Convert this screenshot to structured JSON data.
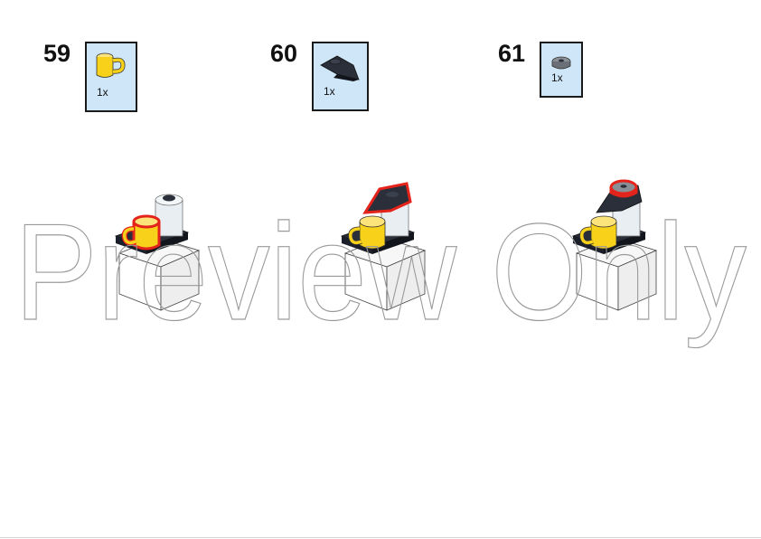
{
  "steps": [
    {
      "number": "59",
      "quantity": "1x",
      "part_icon": "yellow-cup-with-handle-icon"
    },
    {
      "number": "60",
      "quantity": "1x",
      "part_icon": "black-plate-with-tooth-icon"
    },
    {
      "number": "61",
      "quantity": "1x",
      "part_icon": "gray-round-tile-icon"
    }
  ],
  "watermark": "Preview Only",
  "colors": {
    "parts_box_fill": "#cfe6f8",
    "yellow": "#f7d11a",
    "black": "#1b1f2a",
    "highlight": "#e4231b",
    "trans_clear": "#e8eef2"
  }
}
